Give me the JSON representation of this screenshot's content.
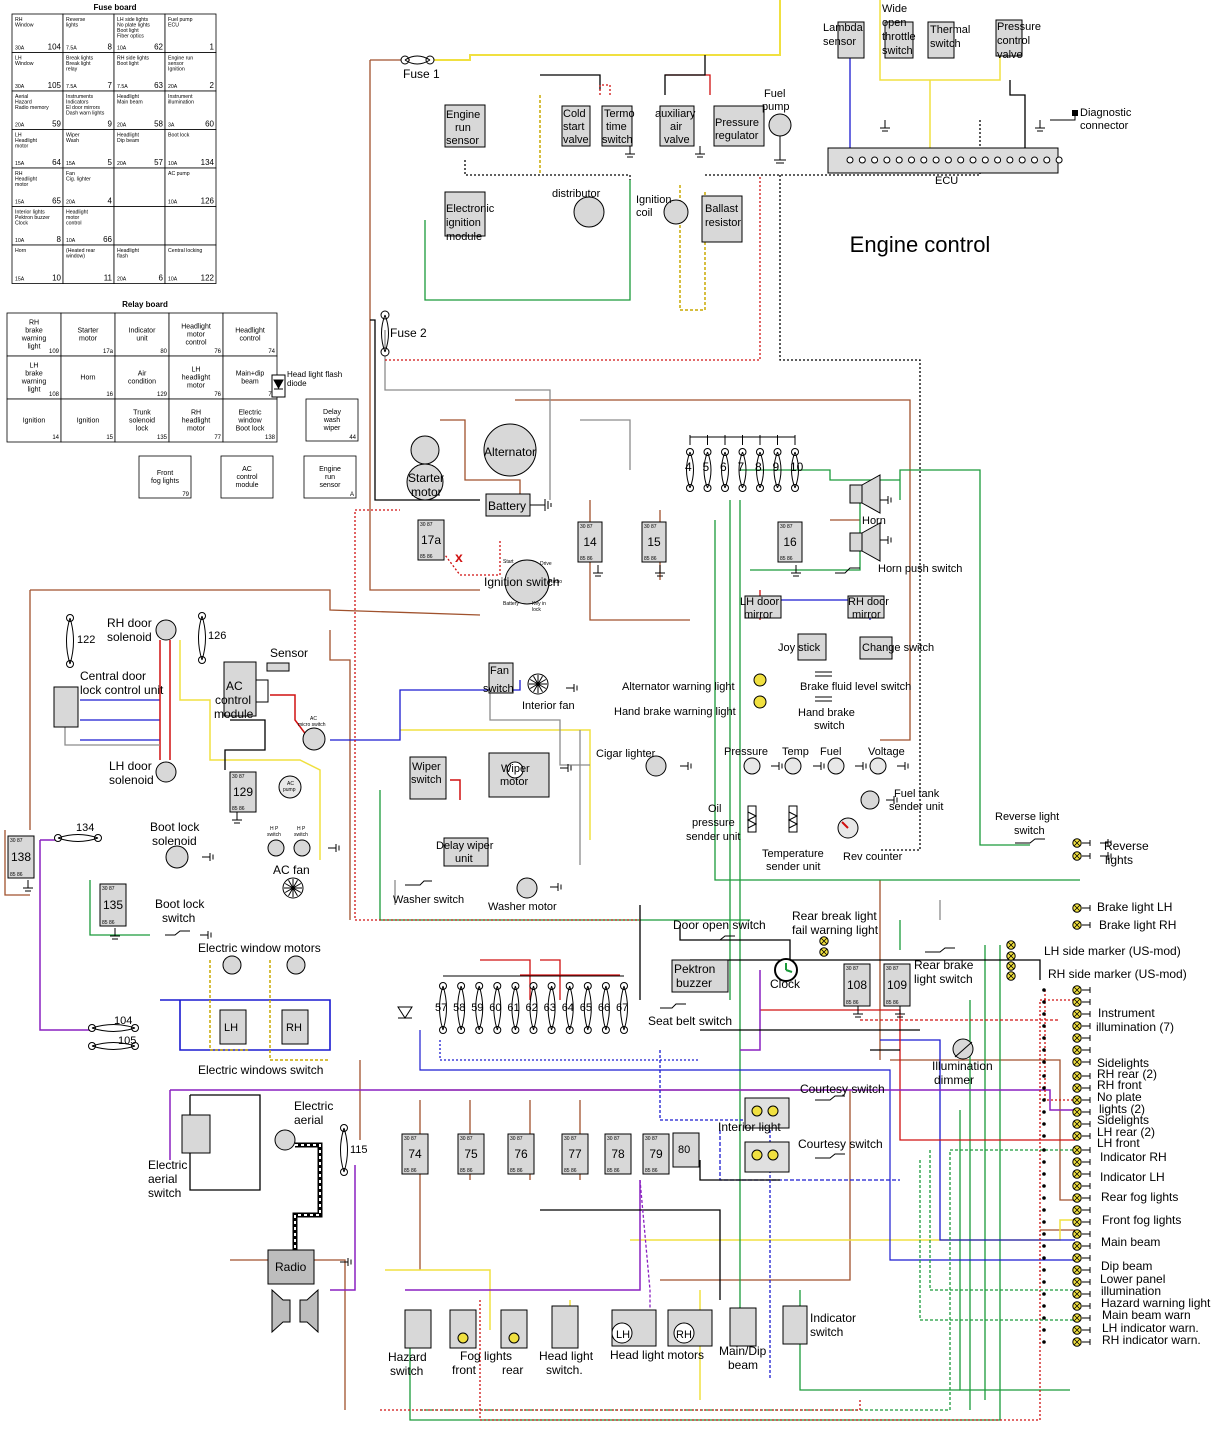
{
  "title": "Engine control",
  "fuse_board": {
    "title": "Fuse board",
    "cells": [
      {
        "lines": [
          "RH",
          "Window"
        ],
        "amp": "30A",
        "num": "104"
      },
      {
        "lines": [
          "Reverse",
          "lights"
        ],
        "amp": "7.5A",
        "num": "8"
      },
      {
        "lines": [
          "LH side lights",
          "No plate lights",
          "Boot light",
          "Fiber optics"
        ],
        "amp": "10A",
        "num": "62"
      },
      {
        "lines": [
          "Fuel pump",
          "ECU"
        ],
        "amp": "",
        "num": "1"
      },
      {
        "lines": [
          "LH",
          "Window"
        ],
        "amp": "30A",
        "num": "105"
      },
      {
        "lines": [
          "Break lights",
          "Break light",
          "relay"
        ],
        "amp": "7.5A",
        "num": "7"
      },
      {
        "lines": [
          "RH side lights",
          "Boot light"
        ],
        "amp": "7.5A",
        "num": "63"
      },
      {
        "lines": [
          "Engine run",
          "sensor",
          "Ignition"
        ],
        "amp": "20A",
        "num": "2"
      },
      {
        "lines": [
          "Aerial",
          "Hazard",
          "Radio memory"
        ],
        "amp": "20A",
        "num": "59"
      },
      {
        "lines": [
          "Instruments",
          "Indicators",
          "El door mirrors",
          "Dash warn lights"
        ],
        "amp": "",
        "num": "9"
      },
      {
        "lines": [
          "Headlight",
          "Main beam"
        ],
        "amp": "20A",
        "num": "58"
      },
      {
        "lines": [
          "Instrument",
          "illumination"
        ],
        "amp": "3A",
        "num": "60"
      },
      {
        "lines": [
          "LH",
          "Headlight",
          "motor"
        ],
        "amp": "15A",
        "num": "64"
      },
      {
        "lines": [
          "Wiper",
          "Wash"
        ],
        "amp": "15A",
        "num": "5"
      },
      {
        "lines": [
          "Headlight",
          "Dip beam"
        ],
        "amp": "20A",
        "num": "57"
      },
      {
        "lines": [
          "Boot lock"
        ],
        "amp": "10A",
        "num": "134"
      },
      {
        "lines": [
          "RH",
          "Headlight",
          "motor"
        ],
        "amp": "15A",
        "num": "65"
      },
      {
        "lines": [
          "Fan",
          "Cig. lighter"
        ],
        "amp": "20A",
        "num": "4"
      },
      {
        "lines": [],
        "amp": "",
        "num": ""
      },
      {
        "lines": [
          "AC pump"
        ],
        "amp": "10A",
        "num": "126"
      },
      {
        "lines": [
          "Interior lights",
          "Pektron buzzer",
          "Clock"
        ],
        "amp": "10A",
        "num": "8"
      },
      {
        "lines": [
          "Headlight",
          "motor",
          "control"
        ],
        "amp": "10A",
        "num": "66"
      },
      {
        "lines": [],
        "amp": "",
        "num": ""
      },
      {
        "lines": [],
        "amp": "",
        "num": ""
      },
      {
        "lines": [
          "Horn"
        ],
        "amp": "15A",
        "num": "10"
      },
      {
        "lines": [
          "(Heated rear",
          "window)"
        ],
        "amp": "",
        "num": "11"
      },
      {
        "lines": [
          "Headlight",
          "flash"
        ],
        "amp": "20A",
        "num": "6"
      },
      {
        "lines": [
          "Central locking"
        ],
        "amp": "10A",
        "num": "122"
      }
    ]
  },
  "relay_board": {
    "title": "Relay board",
    "cells": [
      {
        "lines": [
          "RH",
          "brake",
          "warning",
          "light"
        ],
        "num": "109"
      },
      {
        "lines": [
          "Starter",
          "motor"
        ],
        "num": "17a"
      },
      {
        "lines": [
          "Indicator",
          "unit"
        ],
        "num": "80"
      },
      {
        "lines": [
          "Headlight",
          "motor",
          "control"
        ],
        "num": "76"
      },
      {
        "lines": [
          "Headlight",
          "control"
        ],
        "num": "74"
      },
      {
        "lines": [
          "LH",
          "brake",
          "warning",
          "light"
        ],
        "num": "108"
      },
      {
        "lines": [
          "Horn"
        ],
        "num": "16"
      },
      {
        "lines": [
          "Air",
          "condition"
        ],
        "num": "129"
      },
      {
        "lines": [
          "LH",
          "headlight",
          "motor"
        ],
        "num": "76"
      },
      {
        "lines": [
          "Main+dip",
          "beam"
        ],
        "num": "75"
      },
      {
        "lines": [
          "Ignition"
        ],
        "num": "14"
      },
      {
        "lines": [
          "Ignition"
        ],
        "num": "15"
      },
      {
        "lines": [
          "Trunk",
          "solenoid",
          "lock"
        ],
        "num": "135"
      },
      {
        "lines": [
          "RH",
          "headlight",
          "motor"
        ],
        "num": "77"
      },
      {
        "lines": [
          "Electric",
          "window",
          "Boot lock"
        ],
        "num": "138"
      }
    ],
    "extras": [
      {
        "lines": [
          "Delay",
          "wash",
          "wiper"
        ],
        "num": "44"
      },
      {
        "lines": [
          "Front",
          "fog lights"
        ],
        "num": "79"
      },
      {
        "lines": [
          "AC",
          "control",
          "module"
        ],
        "num": ""
      },
      {
        "lines": [
          "Engine",
          "run",
          "sensor"
        ],
        "num": "A"
      }
    ],
    "diode_label": [
      "Head light flash",
      "diode"
    ]
  },
  "labels": {
    "fuse1": "Fuse 1",
    "fuse2": "Fuse 2",
    "engine_run_sensor": [
      "Engine",
      "run",
      "sensor"
    ],
    "cold_start_valve": [
      "Cold",
      "start",
      "valve"
    ],
    "termo_time_switch": [
      "Termo",
      "time",
      "switch"
    ],
    "aux_air_valve": [
      "auxiliary",
      "air",
      "valve"
    ],
    "pressure_regulator": [
      "Pressure",
      "regulator"
    ],
    "fuel_pump": [
      "Fuel",
      "pump"
    ],
    "lambda_sensor": [
      "Lambda",
      "sensor"
    ],
    "wot_switch": [
      "Wide",
      "open",
      "throttle",
      "switch"
    ],
    "thermal_switch": [
      "Thermal",
      "switch"
    ],
    "pressure_control_valve": [
      "Pressure",
      "control",
      "valve"
    ],
    "diagnostic_connector": [
      "Diagnostic",
      "connector"
    ],
    "ecu": "ECU",
    "electronic_ignition_module": [
      "Electronic",
      "ignition",
      "module"
    ],
    "distributor": "distributor",
    "ignition_coil": [
      "Ignition",
      "coil"
    ],
    "ballast_resistor": [
      "Ballast",
      "resistor"
    ],
    "alternator": "Alternator",
    "starter_motor": [
      "Starter",
      "motor"
    ],
    "battery": "Battery",
    "ignition_switch": "Ignition switch",
    "ign_start": "Start",
    "ign_drive": "Drive",
    "ign_radio": "Radio",
    "ign_battery": "Battery",
    "ign_keyinlock": [
      "Key in",
      "lock"
    ],
    "horn": "Horn",
    "horn_push_switch": "Horn push switch",
    "lh_door_mirror": [
      "LH door",
      "mirror"
    ],
    "rh_door_mirror": [
      "RH door",
      "mirror"
    ],
    "joy_stick": "Joy stick",
    "change_switch": "Change switch",
    "alternator_warning_light": "Alternator warning light",
    "hand_brake_warning_light": "Hand brake warning light",
    "brake_fluid_level_switch": "Brake fluid level switch",
    "hand_brake_switch": [
      "Hand brake",
      "switch"
    ],
    "cigar_lighter": "Cigar lighter",
    "pressure": "Pressure",
    "temp": "Temp",
    "fuel": "Fuel",
    "voltage": "Voltage",
    "fuel_tank_sender": [
      "Fuel tank",
      "sender unit"
    ],
    "oil_pressure_sender": [
      "Oil",
      "pressure",
      "sender unit"
    ],
    "temperature_sender": [
      "Temperature",
      "sender unit"
    ],
    "rev_counter": "Rev counter",
    "reverse_light_switch": [
      "Reverse light",
      "switch"
    ],
    "reverse_lights": [
      "Reverse",
      "lights"
    ],
    "brake_light_lh": "Brake light LH",
    "brake_light_rh": "Brake light RH",
    "rh_door_solenoid": [
      "RH door",
      "solenoid"
    ],
    "lh_door_solenoid": [
      "LH door",
      "solenoid"
    ],
    "central_door_lock": [
      "Central door",
      "lock control unit"
    ],
    "sensor": "Sensor",
    "ac_control_module": [
      "AC",
      "control",
      "module"
    ],
    "ac_micro_switch": [
      "AC",
      "micro switch"
    ],
    "ac_pump": [
      "AC",
      "pump"
    ],
    "hp_switch": [
      "H P",
      "switch"
    ],
    "ac_fan": "AC fan",
    "fan_switch": [
      "Fan",
      "switch"
    ],
    "interior_fan": "Interior fan",
    "wiper_switch": [
      "Wiper",
      "switch"
    ],
    "wiper_motor": [
      "Wiper",
      "motor"
    ],
    "delay_wiper_unit": [
      "Delay wiper",
      "unit"
    ],
    "washer_switch": "Washer switch",
    "washer_motor": "Washer motor",
    "boot_lock_solenoid": [
      "Boot lock",
      "solenoid"
    ],
    "boot_lock_switch": [
      "Boot lock",
      "switch"
    ],
    "electric_window_motors": "Electric window motors",
    "electric_windows_switch": "Electric windows switch",
    "lh": "LH",
    "rh": "RH",
    "electric_aerial": [
      "Electric",
      "aerial"
    ],
    "electric_aerial_switch": [
      "Electric",
      "aerial",
      "switch"
    ],
    "radio": "Radio",
    "door_open_switch": "Door open switch",
    "pektron_buzzer": [
      "Pektron",
      "buzzer"
    ],
    "seat_belt_switch": "Seat belt switch",
    "clock": "Clock",
    "rear_break_light_fail": [
      "Rear break light",
      "fail warning light"
    ],
    "rear_brake_light_switch": [
      "Rear brake",
      "light switch"
    ],
    "illumination_dimmer": [
      "Illumination",
      "dimmer"
    ],
    "courtesy_switch": "Courtesy switch",
    "interior_light": "Interior light",
    "hazard_switch": [
      "Hazard",
      "switch"
    ],
    "fog_lights_front": [
      "Fog lights",
      "front"
    ],
    "fog_rear": "rear",
    "head_light_switch": [
      "Head light",
      "switch."
    ],
    "head_light_motors": "Head light motors",
    "main_dip_beam": [
      "Main/Dip",
      "beam"
    ],
    "indicator_switch": [
      "Indicator",
      "switch"
    ]
  },
  "fuse_nums_top": [
    "4",
    "5",
    "6",
    "7",
    "8",
    "9",
    "10"
  ],
  "fuse_nums_bottom": [
    "57",
    "58",
    "59",
    "60",
    "61",
    "62",
    "63",
    "64",
    "65",
    "66",
    "67"
  ],
  "relays": {
    "r17a": "17a",
    "r14": "14",
    "r15": "15",
    "r16": "16",
    "r129": "129",
    "r138": "138",
    "r135": "135",
    "r108": "108",
    "r109": "109",
    "r74": "74",
    "r75": "75",
    "r76": "76",
    "r77": "77",
    "r78": "78",
    "r79": "79",
    "r80": "80"
  },
  "fuses_small": {
    "f122": "122",
    "f126": "126",
    "f134": "134",
    "f104": "104",
    "f105": "105",
    "f115": "115"
  },
  "right_lamps": [
    "LH side marker (US-mod)",
    "RH side marker (US-mod)",
    "Instrument",
    "illumination (7)",
    "Sidelights",
    "RH rear (2)",
    "RH front",
    "No plate",
    "lights (2)",
    "Sidelights",
    "LH rear (2)",
    "LH front",
    "Indicator RH",
    "Indicator LH",
    "Rear fog lights",
    "Front fog lights",
    "Main beam",
    "Dip beam",
    "Lower panel",
    "illumination",
    "Hazard warning light",
    "Main beam warn",
    "LH indicator warn.",
    "RH indicator warn."
  ],
  "wire_colors": {
    "brown": "#a0522d",
    "yellow": "#f0e040",
    "green": "#1a9a3a",
    "blue": "#1a1ad0",
    "red": "#d01010",
    "purple": "#8a20c0",
    "grey": "#8c8c8c",
    "black": "#000000",
    "orange": "#e08a2a"
  }
}
